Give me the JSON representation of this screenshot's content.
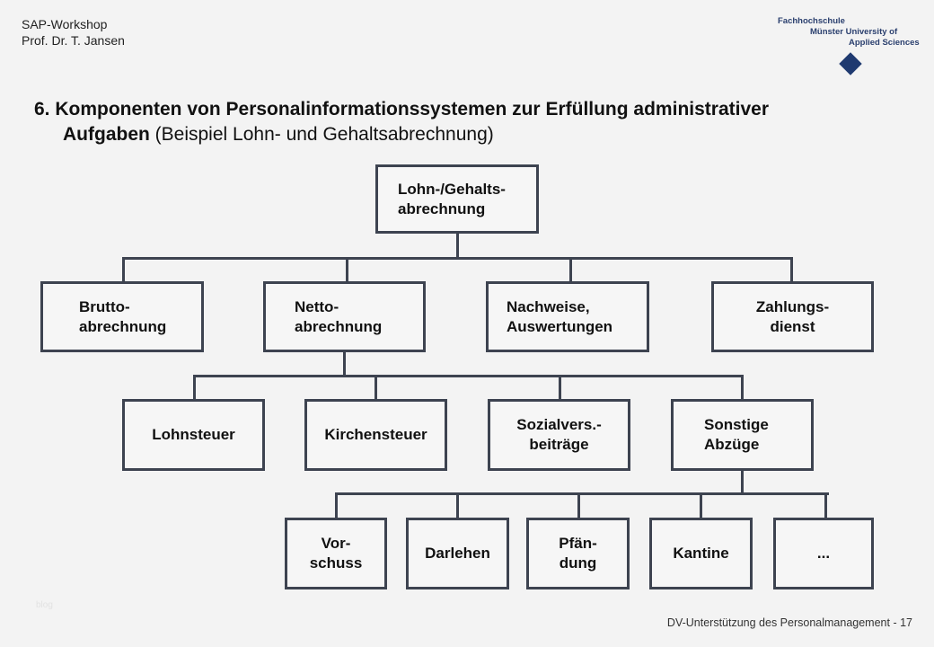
{
  "header": {
    "line1": "SAP-Workshop",
    "line2": "Prof. Dr. T. Jansen"
  },
  "logo": {
    "line1": "Fachhochschule",
    "line2": "Münster University of",
    "line3": "Applied Sciences"
  },
  "title": {
    "bold": "6. Komponenten von Personalinformationssystemen zur Erfüllung administrativer",
    "bold2": "Aufgaben",
    "normal": " (Beispiel Lohn- und Gehaltsabrechnung)"
  },
  "diagram": {
    "root": [
      "Lohn-/Gehalts-",
      "abrechnung"
    ],
    "level2": [
      [
        "Brutto-",
        "abrechnung"
      ],
      [
        "Netto-",
        "abrechnung"
      ],
      [
        "Nachweise,",
        "Auswertungen"
      ],
      [
        "Zahlungs-",
        "dienst"
      ]
    ],
    "level3": [
      [
        "Lohnsteuer"
      ],
      [
        "Kirchensteuer"
      ],
      [
        "Sozialvers.-",
        "beiträge"
      ],
      [
        "Sonstige",
        "Abzüge"
      ]
    ],
    "level4": [
      [
        "Vor-",
        "schuss"
      ],
      [
        "Darlehen"
      ],
      [
        "Pfän-",
        "dung"
      ],
      [
        "Kantine"
      ],
      [
        "..."
      ]
    ]
  },
  "watermark": "blog",
  "footer": "DV-Unterstützung des Personalmanagement - 17"
}
